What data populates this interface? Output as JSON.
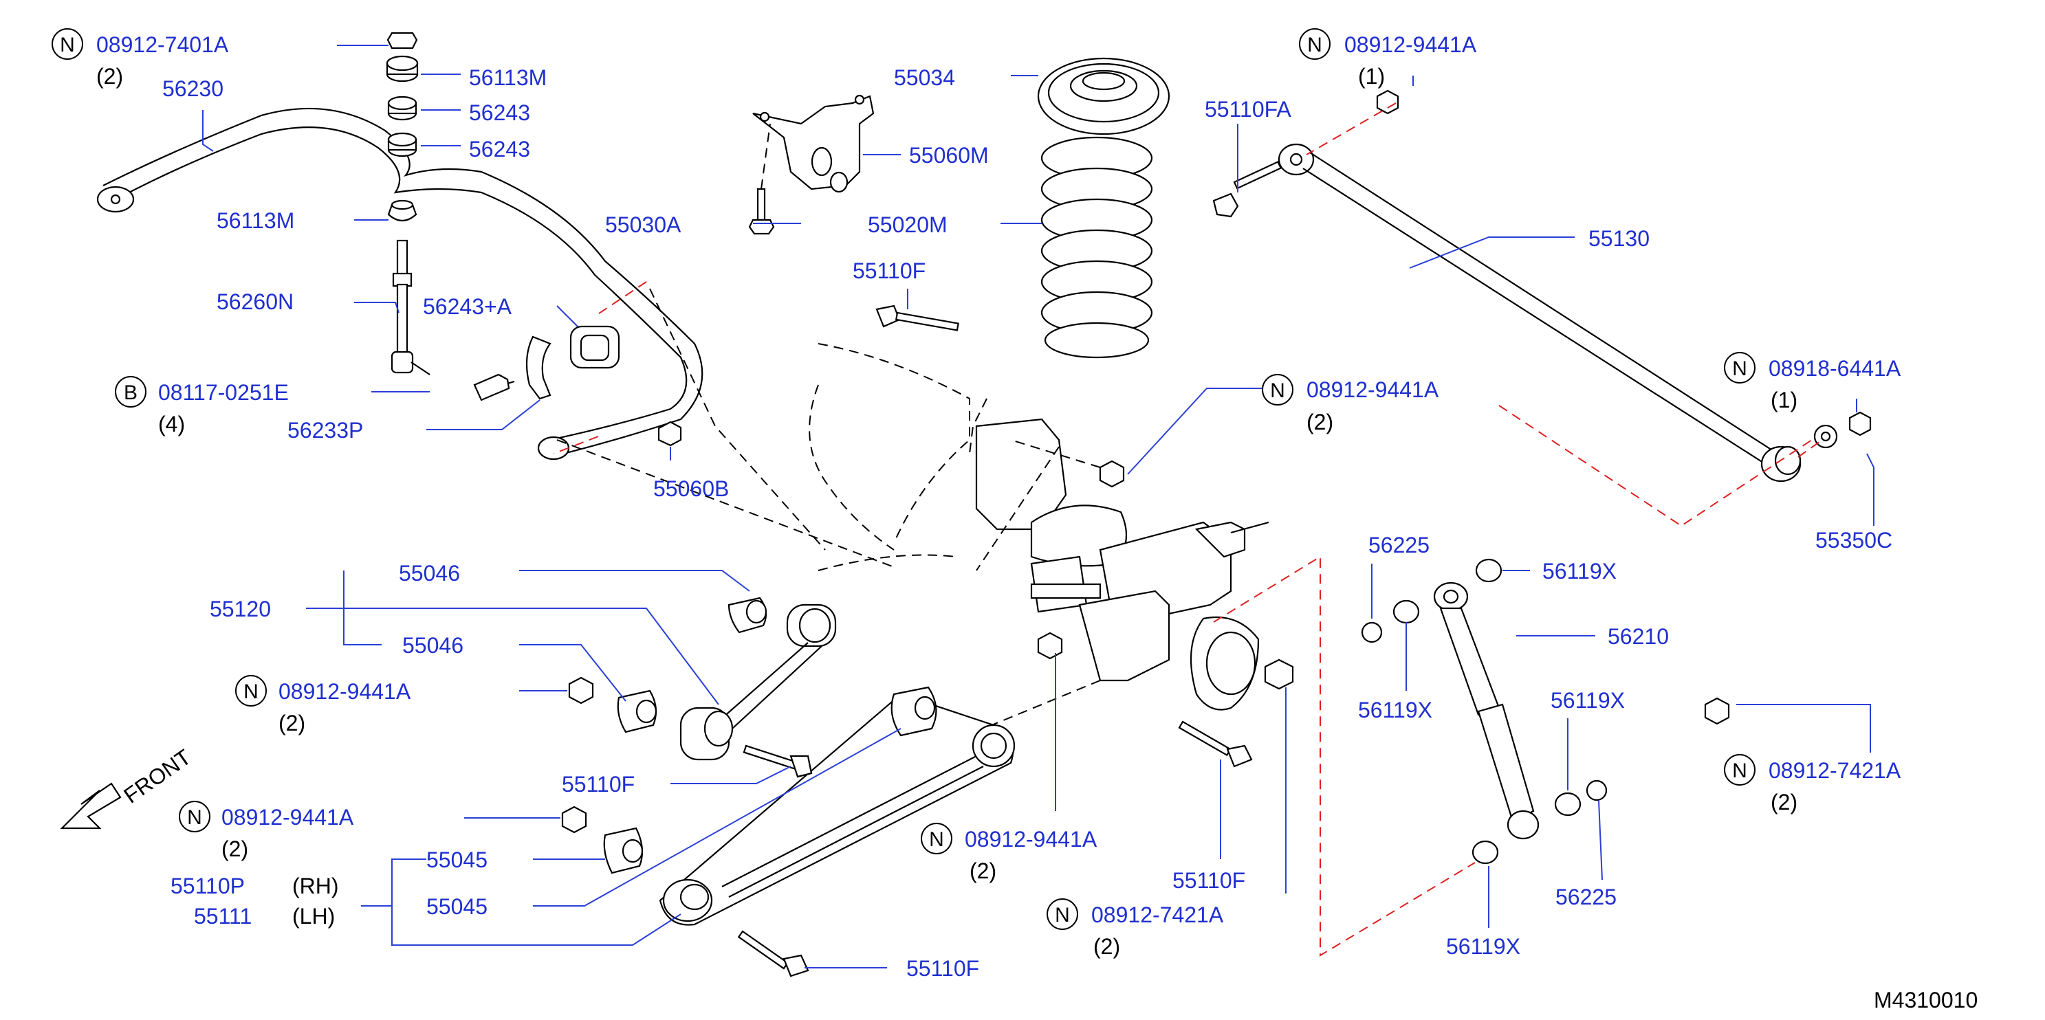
{
  "diagram": {
    "code": "M4310010",
    "front_label": "FRONT",
    "callouts": [
      {
        "id": "c01",
        "part": "08912-7401A",
        "sym": "N",
        "qty": "(2)"
      },
      {
        "id": "c02",
        "part": "56113M"
      },
      {
        "id": "c03",
        "part": "56230"
      },
      {
        "id": "c04",
        "part": "56243"
      },
      {
        "id": "c05",
        "part": "56243"
      },
      {
        "id": "c06",
        "part": "56113M"
      },
      {
        "id": "c07",
        "part": "56260N"
      },
      {
        "id": "c08",
        "part": "56243+A"
      },
      {
        "id": "c09",
        "part": "08117-0251E",
        "sym": "B",
        "qty": "(4)"
      },
      {
        "id": "c10",
        "part": "56233P"
      },
      {
        "id": "c11",
        "part": "55060B"
      },
      {
        "id": "c12",
        "part": "55034"
      },
      {
        "id": "c13",
        "part": "55060M"
      },
      {
        "id": "c14",
        "part": "55030A"
      },
      {
        "id": "c15",
        "part": "55020M"
      },
      {
        "id": "c16",
        "part": "55110F"
      },
      {
        "id": "c17",
        "part": "08912-9441A",
        "sym": "N",
        "qty": "(1)"
      },
      {
        "id": "c18",
        "part": "55110FA"
      },
      {
        "id": "c19",
        "part": "55130"
      },
      {
        "id": "c20",
        "part": "08918-6441A",
        "sym": "N",
        "qty": "(1)"
      },
      {
        "id": "c21",
        "part": "55350C"
      },
      {
        "id": "c22",
        "part": "08912-9441A",
        "sym": "N",
        "qty": "(2)"
      },
      {
        "id": "c23",
        "part": "55046"
      },
      {
        "id": "c24",
        "part": "55120"
      },
      {
        "id": "c25",
        "part": "55046"
      },
      {
        "id": "c26",
        "part": "08912-9441A",
        "sym": "N",
        "qty": "(2)"
      },
      {
        "id": "c27",
        "part": "55110F"
      },
      {
        "id": "c28",
        "part": "08912-9441A",
        "sym": "N",
        "qty": "(2)"
      },
      {
        "id": "c29",
        "part": "55045"
      },
      {
        "id": "c30",
        "part": "55110P",
        "qty": "(RH)"
      },
      {
        "id": "c31",
        "part": "55111",
        "qty": "(LH)"
      },
      {
        "id": "c32",
        "part": "55045"
      },
      {
        "id": "c33",
        "part": "55110F"
      },
      {
        "id": "c34",
        "part": "08912-9441A",
        "sym": "N",
        "qty": "(2)"
      },
      {
        "id": "c35",
        "part": "55110F"
      },
      {
        "id": "c36",
        "part": "08912-7421A",
        "sym": "N",
        "qty": "(2)"
      },
      {
        "id": "c37",
        "part": "56225"
      },
      {
        "id": "c38",
        "part": "56119X"
      },
      {
        "id": "c39",
        "part": "56210"
      },
      {
        "id": "c40",
        "part": "56119X"
      },
      {
        "id": "c41",
        "part": "56119X"
      },
      {
        "id": "c42",
        "part": "56225"
      },
      {
        "id": "c43",
        "part": "56119X"
      },
      {
        "id": "c44",
        "part": "08912-7421A",
        "sym": "N",
        "qty": "(2)"
      }
    ]
  }
}
